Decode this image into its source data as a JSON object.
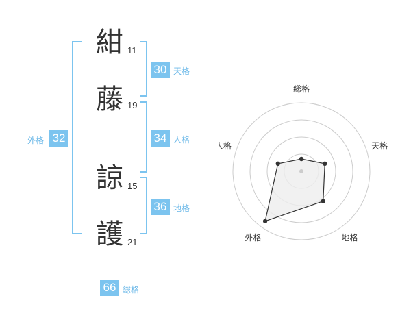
{
  "name": {
    "chars": [
      {
        "char": "紺",
        "strokes": "11"
      },
      {
        "char": "藤",
        "strokes": "19"
      },
      {
        "char": "諒",
        "strokes": "15"
      },
      {
        "char": "護",
        "strokes": "21"
      }
    ]
  },
  "scores": {
    "tenkaku": {
      "value": "30",
      "label": "天格"
    },
    "jinkaku": {
      "value": "34",
      "label": "人格"
    },
    "chikaku": {
      "value": "36",
      "label": "地格"
    },
    "gaikaku": {
      "value": "32",
      "label": "外格"
    },
    "soukaku": {
      "value": "66",
      "label": "総格"
    }
  },
  "colors": {
    "accent": "#7cc4ef",
    "score_bg": "#7cc4ef",
    "radar_fill": "#eeeeee",
    "radar_grid": "#cccccc",
    "radar_stroke": "#333333"
  },
  "chart_data": {
    "type": "radar",
    "axes": [
      "総格",
      "天格",
      "地格",
      "外格",
      "人格"
    ],
    "values": [
      1,
      2,
      3,
      5,
      2
    ],
    "max": 5,
    "rings": 4
  }
}
